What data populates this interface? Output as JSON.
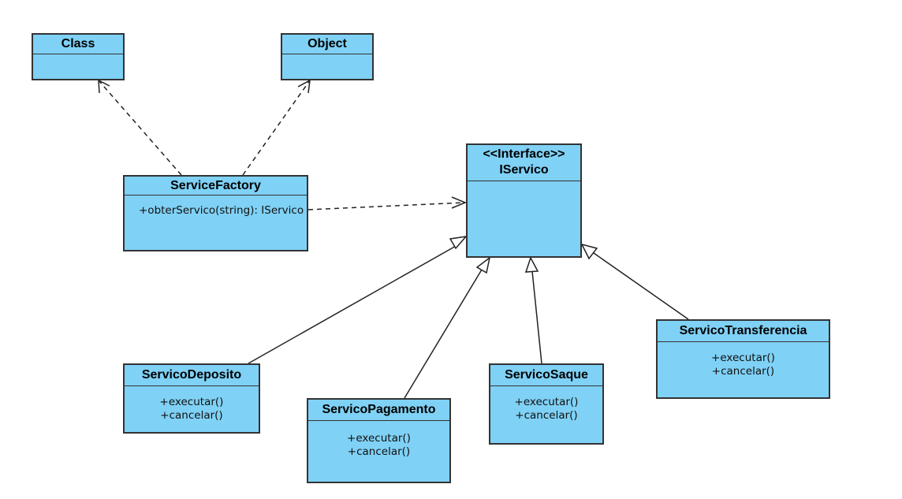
{
  "colors": {
    "fill": "#7fd1f5",
    "stroke": "#333333"
  },
  "classes": {
    "class": {
      "name": "Class"
    },
    "object": {
      "name": "Object"
    },
    "service_factory": {
      "name": "ServiceFactory",
      "methods": [
        "+obterServico(string): IServico"
      ]
    },
    "iservico": {
      "stereotype": "<<Interface>>",
      "name": "IServico"
    },
    "servico_deposito": {
      "name": "ServicoDeposito",
      "methods": [
        "+executar()",
        "+cancelar()"
      ]
    },
    "servico_pagamento": {
      "name": "ServicoPagamento",
      "methods": [
        "+executar()",
        "+cancelar()"
      ]
    },
    "servico_saque": {
      "name": "ServicoSaque",
      "methods": [
        "+executar()",
        "+cancelar()"
      ]
    },
    "servico_transferencia": {
      "name": "ServicoTransferencia",
      "methods": [
        "+executar()",
        "+cancelar()"
      ]
    }
  }
}
